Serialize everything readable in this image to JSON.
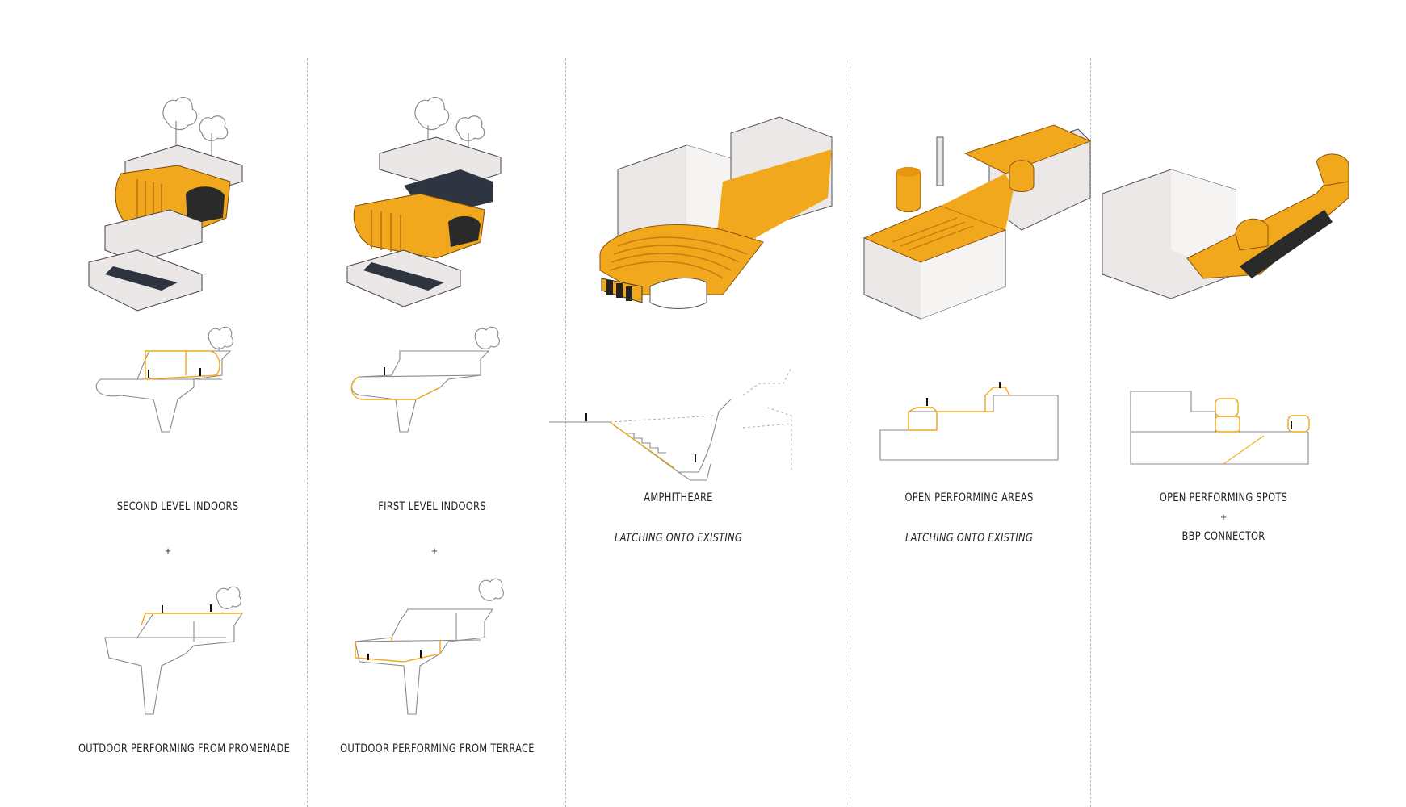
{
  "colors": {
    "accent": "#f2a81d",
    "accent_dark": "#c97a10",
    "massing": "#eae6e6",
    "line": "#8a8a8a",
    "divider": "#bdbdbd"
  },
  "columns": [
    {
      "id": "col1",
      "caption_top": "SECOND LEVEL INDOORS",
      "joiner": "+",
      "caption_bottom": "OUTDOOR PERFORMING FROM PROMENADE"
    },
    {
      "id": "col2",
      "caption_top": "FIRST LEVEL INDOORS",
      "joiner": "+",
      "caption_bottom": "OUTDOOR PERFORMING FROM TERRACE"
    },
    {
      "id": "col3",
      "caption_top": "AMPHITHEARE",
      "subcaption": "LATCHING ONTO EXISTING"
    },
    {
      "id": "col4",
      "caption_top": "OPEN PERFORMING AREAS",
      "subcaption": "LATCHING ONTO EXISTING"
    },
    {
      "id": "col5",
      "caption_top": "OPEN PERFORMING SPOTS",
      "joiner": "+",
      "caption_bottom": "BBP CONNECTOR"
    }
  ]
}
